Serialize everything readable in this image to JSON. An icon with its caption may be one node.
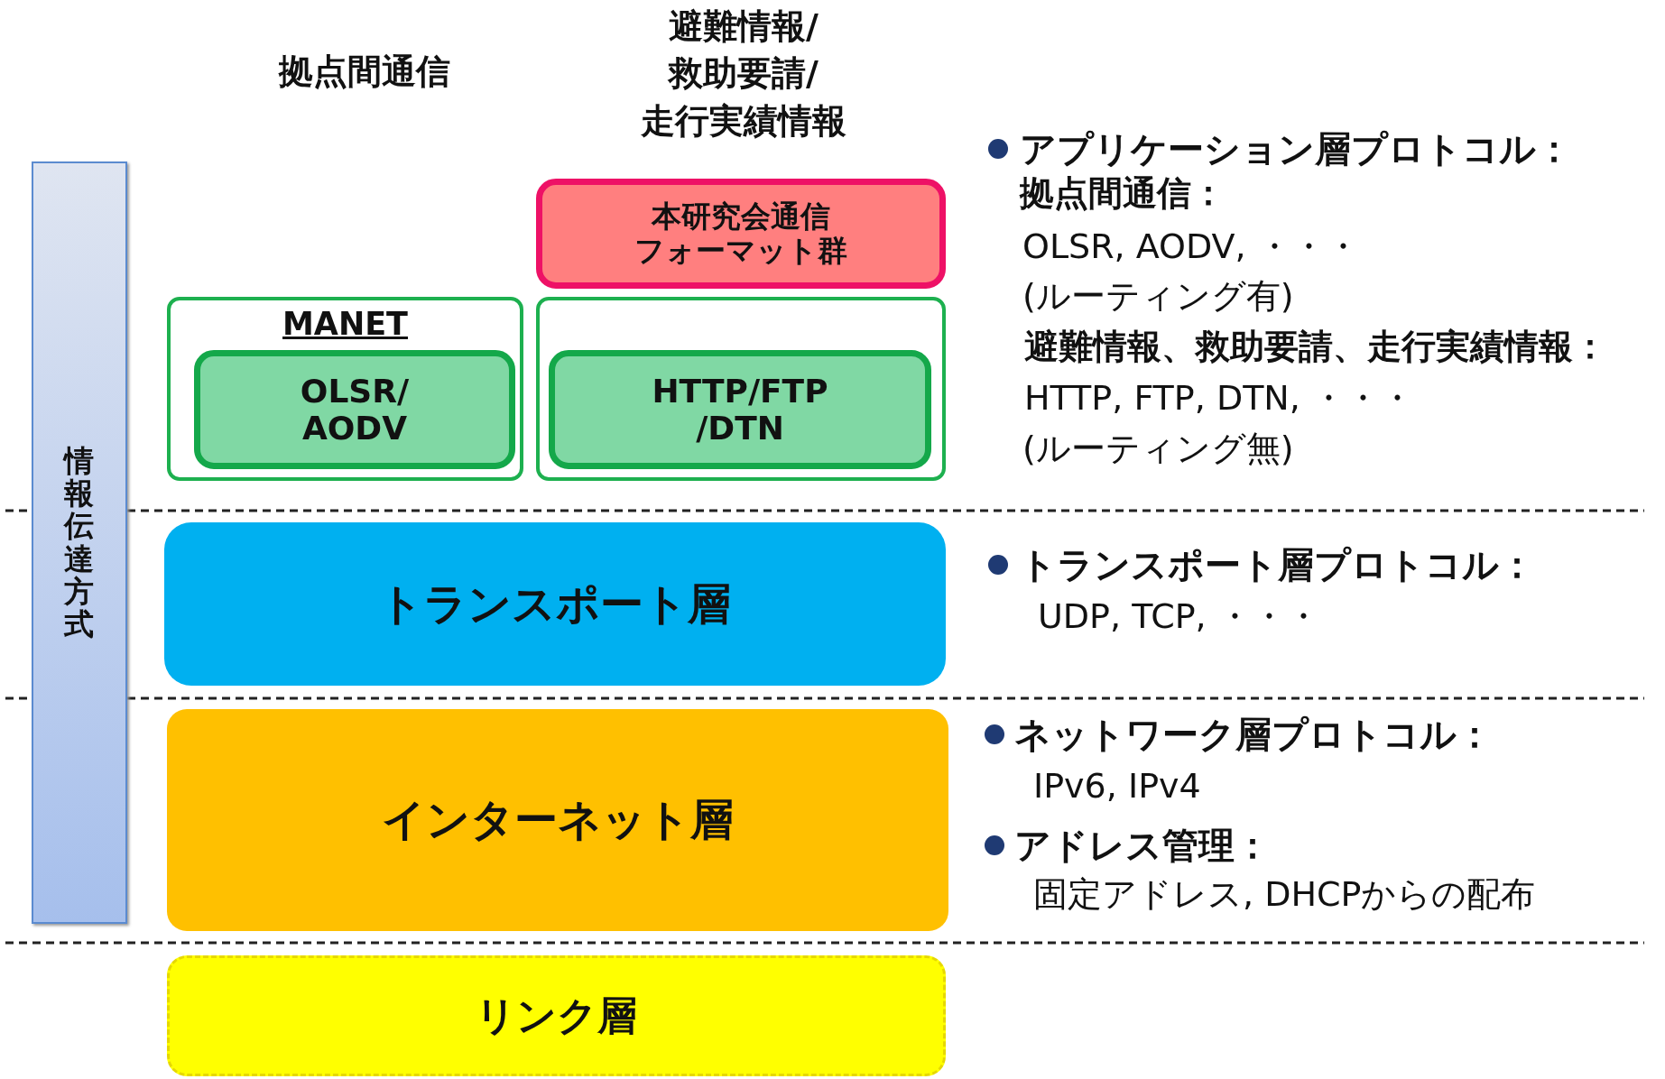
{
  "diagram": {
    "nodes": [
      {
        "text": [
          "情報伝達方式"
        ]
      },
      {
        "text": [
          "MANET"
        ]
      },
      {
        "text": [
          "OLSR/ AODV"
        ],
        "in": 1
      },
      {
        "text": [],
        "shape": "box"
      },
      {
        "text": [
          "HTTP/FTP /DTN"
        ],
        "in": 3
      },
      {
        "text": [
          "本研究会通信フォーマット群"
        ]
      },
      {
        "text": [
          "トランスポート層"
        ]
      },
      {
        "text": [
          "インターネット層"
        ]
      },
      {
        "text": [
          "リンク層"
        ]
      }
    ],
    "labels": [
      "拠点間通信",
      "避難情報/救助要請/走行実績情報",
      "アプリケーション層プロトコル：",
      "拠点間通信：",
      "OLSR, AODV, ・・・",
      "(ルーティング有)",
      "避難情報、救助要請、走行実績情報：",
      "HTTP, FTP, DTN, ・・・",
      "(ルーティング無)",
      "トランスポート層プロトコル：",
      "UDP, TCP, ・・・",
      "ネットワーク層プロトコル：",
      "IPv6, IPv4",
      "アドレス管理：",
      "固定アドレス, DHCPからの配布"
    ]
  }
}
